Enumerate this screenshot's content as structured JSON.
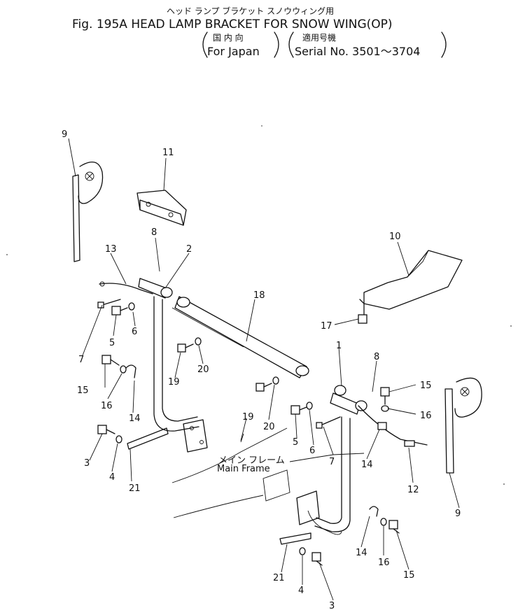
{
  "header": {
    "title_kana": "ヘッド ランプ ブラケット スノウウィング用",
    "title": "Fig. 195A HEAD LAMP BRACKET FOR SNOW WING(OP)",
    "market_kanji": "国 内 向",
    "market_en": "For Japan",
    "serial_kanji": "適用号機",
    "serial_en": "Serial No. 3501～3704"
  },
  "frame_label": {
    "kana": "メイン フレーム",
    "en": "Main Frame"
  },
  "callouts": [
    "9",
    "11",
    "8",
    "2",
    "13",
    "18",
    "7",
    "5",
    "6",
    "19",
    "20",
    "15",
    "16",
    "14",
    "10",
    "17",
    "1",
    "8",
    "15",
    "16",
    "3",
    "4",
    "21",
    "19",
    "20",
    "5",
    "6",
    "7",
    "14",
    "12",
    "9",
    "14",
    "16",
    "15",
    "21",
    "4",
    "3"
  ]
}
